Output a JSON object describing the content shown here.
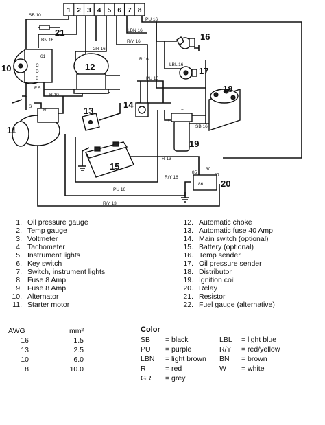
{
  "fuse_box": [
    "1",
    "2",
    "3",
    "4",
    "5",
    "6",
    "7",
    "8"
  ],
  "callouts": [
    "10",
    "21",
    "12",
    "16",
    "17",
    "18",
    "13",
    "14",
    "11",
    "19",
    "15",
    "20"
  ],
  "diagram_labels": {
    "alt_61": "61",
    "alt_c": "C",
    "alt_d": "D+",
    "alt_b": "B+",
    "f5": "F 5",
    "s": "S",
    "r": "R",
    "relay_85": "85",
    "relay_30": "30",
    "relay_87": "87",
    "relay_86": "86",
    "coil_plus": "+",
    "coil_minus": "−"
  },
  "wire_labels": {
    "sb10_top": "SB 10",
    "pu16_top": "PU 16",
    "bn16": "BN 16",
    "lbn16": "LBN 16",
    "gr16": "GR 16",
    "ry16_a": "R/Y 16",
    "r16": "R 16",
    "lbl16": "LBL 16",
    "pu16_mid": "PU 16",
    "r10": "R 10",
    "sb16": "SB 16",
    "r13": "R 13",
    "ry16_b": "R/Y 16",
    "pu16_bot": "PU 16",
    "ry13": "R/Y 13"
  },
  "legend_left": [
    {
      "n": "1.",
      "text": "Oil pressure gauge"
    },
    {
      "n": "2.",
      "text": "Temp gauge"
    },
    {
      "n": "3.",
      "text": "Voltmeter"
    },
    {
      "n": "4.",
      "text": "Tachometer"
    },
    {
      "n": "5.",
      "text": "Instrument lights"
    },
    {
      "n": "6.",
      "text": "Key switch"
    },
    {
      "n": "7.",
      "text": "Switch, instrument lights"
    },
    {
      "n": "8.",
      "text": "Fuse 8 Amp"
    },
    {
      "n": "9.",
      "text": "Fuse 8 Amp"
    },
    {
      "n": "10.",
      "text": "Alternator"
    },
    {
      "n": "11.",
      "text": "Starter motor"
    }
  ],
  "legend_right": [
    {
      "n": "12.",
      "text": "Automatic choke"
    },
    {
      "n": "13.",
      "text": "Automatic fuse 40 Amp"
    },
    {
      "n": "14.",
      "text": "Main switch (optional)"
    },
    {
      "n": "15.",
      "text": "Battery (optional)"
    },
    {
      "n": "16.",
      "text": "Temp sender"
    },
    {
      "n": "17.",
      "text": "Oil pressure sender"
    },
    {
      "n": "18.",
      "text": "Distributor"
    },
    {
      "n": "19.",
      "text": "Ignition coil"
    },
    {
      "n": "20.",
      "text": "Relay"
    },
    {
      "n": "21.",
      "text": "Resistor"
    },
    {
      "n": "22.",
      "text": "Fuel gauge (alternative)"
    }
  ],
  "awg_table": {
    "header_awg": "AWG",
    "header_mm": "mm²",
    "rows": [
      {
        "awg": "16",
        "mm": "1.5"
      },
      {
        "awg": "13",
        "mm": "2.5"
      },
      {
        "awg": "10",
        "mm": "6.0"
      },
      {
        "awg": "8",
        "mm": "10.0"
      }
    ]
  },
  "color_title": "Color",
  "colors_left": [
    {
      "code": "SB",
      "name": "= black"
    },
    {
      "code": "PU",
      "name": "= purple"
    },
    {
      "code": "LBN",
      "name": "= light brown"
    },
    {
      "code": "R",
      "name": "= red"
    },
    {
      "code": "GR",
      "name": "= grey"
    }
  ],
  "colors_right": [
    {
      "code": "LBL",
      "name": "= light blue"
    },
    {
      "code": "R/Y",
      "name": "= red/yellow"
    },
    {
      "code": "BN",
      "name": "= brown"
    },
    {
      "code": "W",
      "name": "= white"
    }
  ]
}
